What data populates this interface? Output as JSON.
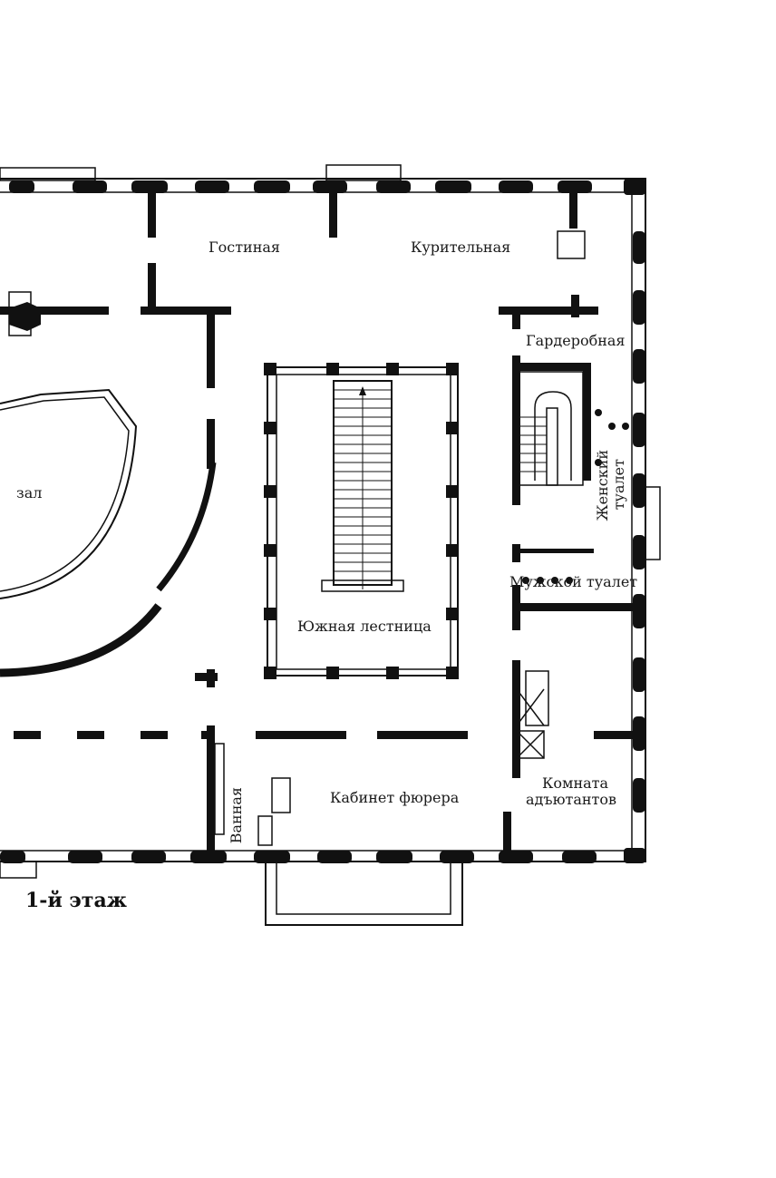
{
  "floor_label": "1-й этаж",
  "rooms": {
    "living_room": "Гостиная",
    "smoking_room": "Курительная",
    "cloakroom": "Гардеробная",
    "hall": "зал",
    "south_staircase": "Южная лестница",
    "womens_toilet_line1": "Женский",
    "womens_toilet_line2": "туалет",
    "mens_toilet": "Мужской туалет",
    "bathroom": "Ванная",
    "fuhrer_office": "Кабинет фюрера",
    "adjutants_line1": "Комната",
    "adjutants_line2": "адъютантов"
  },
  "colors": {
    "wall": "#111111",
    "background": "#ffffff"
  }
}
